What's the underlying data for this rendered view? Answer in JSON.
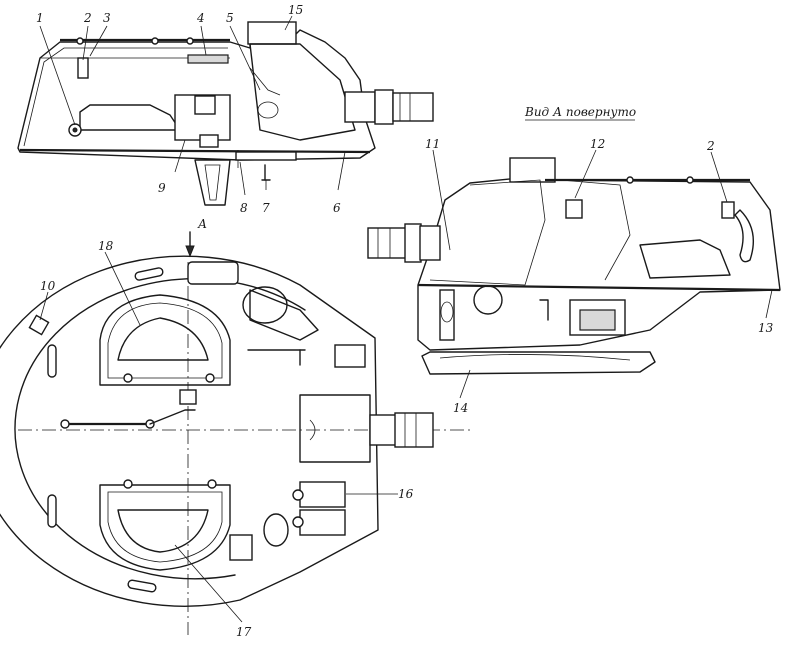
{
  "view_label": "Вид А повернуто",
  "section_marker": "А",
  "callouts": [
    "1",
    "2",
    "3",
    "4",
    "5",
    "6",
    "7",
    "8",
    "9",
    "10",
    "11",
    "12",
    "13",
    "14",
    "15",
    "16",
    "17",
    "18",
    "2"
  ],
  "colors": {
    "line": "#1a1a1a",
    "paper": "#ffffff",
    "shade": "#d9d9d9"
  }
}
